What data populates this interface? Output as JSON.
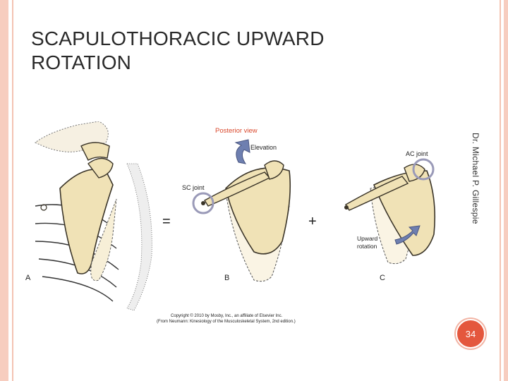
{
  "slide": {
    "title": "SCAPULOTHORACIC UPWARD ROTATION",
    "author": "Dr. Michael P. Gillespie",
    "page_number": "34"
  },
  "figure": {
    "view_label": "Posterior view",
    "labels": {
      "elevation": "Elevation",
      "ac_joint": "AC joint",
      "sc_joint": "SC joint",
      "upward": "Upward",
      "rotation": "rotation",
      "panel_a": "A",
      "panel_b": "B",
      "panel_c": "C",
      "equals": "=",
      "plus": "+"
    },
    "copyright_line1": "Copyright © 2010 by Mosby, Inc., an affiliate of Elsevier Inc.",
    "copyright_line2": "(From Neumann: Kinesiology of the Musculoskeletal System, 2nd edition.)"
  },
  "colors": {
    "bone_fill": "#f0e2b6",
    "bone_stroke": "#4a4030",
    "accent_red": "#d9472b",
    "arrow_blue": "#6e7fb0",
    "joint_ring": "#9a9ab8",
    "frame": "#f7cdbf"
  }
}
